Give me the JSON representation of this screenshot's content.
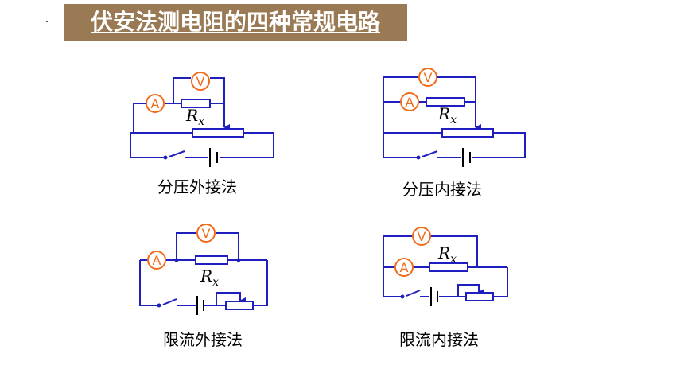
{
  "slide": {
    "title": "伏安法测电阻的四种常规电路"
  },
  "meters": {
    "ammeter": "A",
    "voltmeter": "V"
  },
  "resistor_label": {
    "symbol": "R",
    "subscript": "x"
  },
  "circuits": [
    {
      "id": "partial-voltage-external",
      "caption": "分压外接法"
    },
    {
      "id": "partial-voltage-internal",
      "caption": "分压内接法"
    },
    {
      "id": "current-limiting-external",
      "caption": "限流外接法"
    },
    {
      "id": "current-limiting-internal",
      "caption": "限流内接法"
    }
  ],
  "colors": {
    "wire": "#1f1fbf",
    "meter": "#f26a1b",
    "title_bg": "#9a7a55",
    "title_text": "#ffffff"
  }
}
